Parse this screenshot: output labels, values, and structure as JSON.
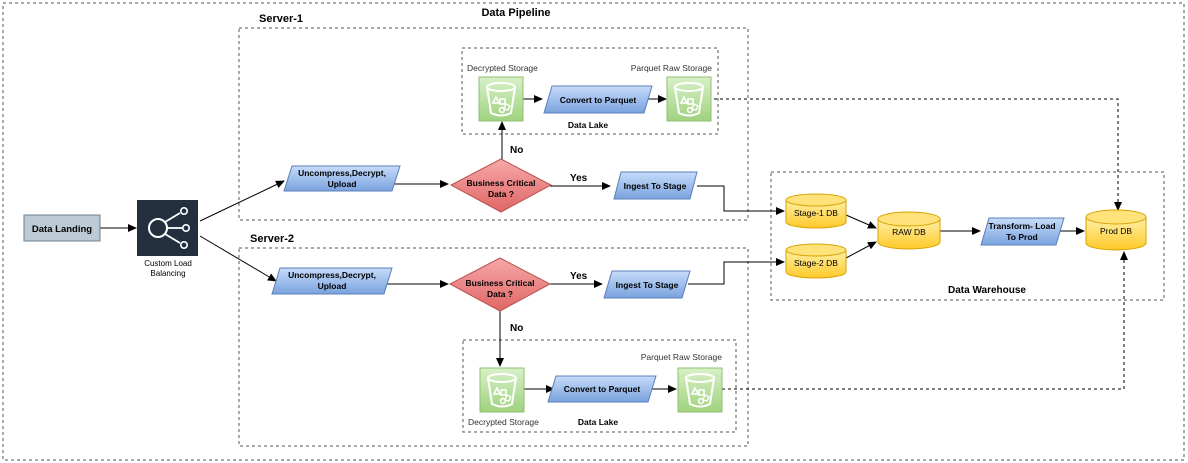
{
  "title": "Data Pipeline",
  "data_landing": "Data Landing",
  "load_balancer": {
    "line1": "Custom Load",
    "line2": "Balancing",
    "icon": "load-balancer-icon"
  },
  "server1": {
    "label": "Server-1",
    "uncompress": {
      "line1": "Uncompress,Decrypt,",
      "line2": "Upload"
    },
    "decision": {
      "line1": "Business Critical",
      "line2": "Data ?"
    },
    "yes": "Yes",
    "no": "No",
    "ingest": "Ingest To Stage",
    "lake": {
      "title": "Data Lake",
      "decrypted": "Decrypted Storage",
      "parquet_storage": "Parquet Raw Storage",
      "convert": "Convert to Parquet"
    }
  },
  "server2": {
    "label": "Server-2",
    "uncompress": {
      "line1": "Uncompress,Decrypt,",
      "line2": "Upload"
    },
    "decision": {
      "line1": "Business Critical",
      "line2": "Data ?"
    },
    "yes": "Yes",
    "no": "No",
    "ingest": "Ingest To Stage",
    "lake": {
      "title": "Data Lake",
      "decrypted": "Decrypted Storage",
      "parquet_storage": "Parquet Raw Storage",
      "convert": "Convert to Parquet"
    }
  },
  "warehouse": {
    "title": "Data Warehouse",
    "stage1": "Stage-1 DB",
    "stage2": "Stage-2 DB",
    "raw": "RAW DB",
    "transform": {
      "line1": "Transform- Load",
      "line2": "To Prod"
    },
    "prod": "Prod DB"
  },
  "colors": {
    "grey_box": "#bccad6",
    "parallelogram": "#9ab8e8",
    "diamond": "#f08080",
    "cylinder": "#ffd84d",
    "bucket_bg": "#c3e6b0",
    "bucket_stroke": "#6aa84f",
    "lb_bg": "#232f3e"
  }
}
